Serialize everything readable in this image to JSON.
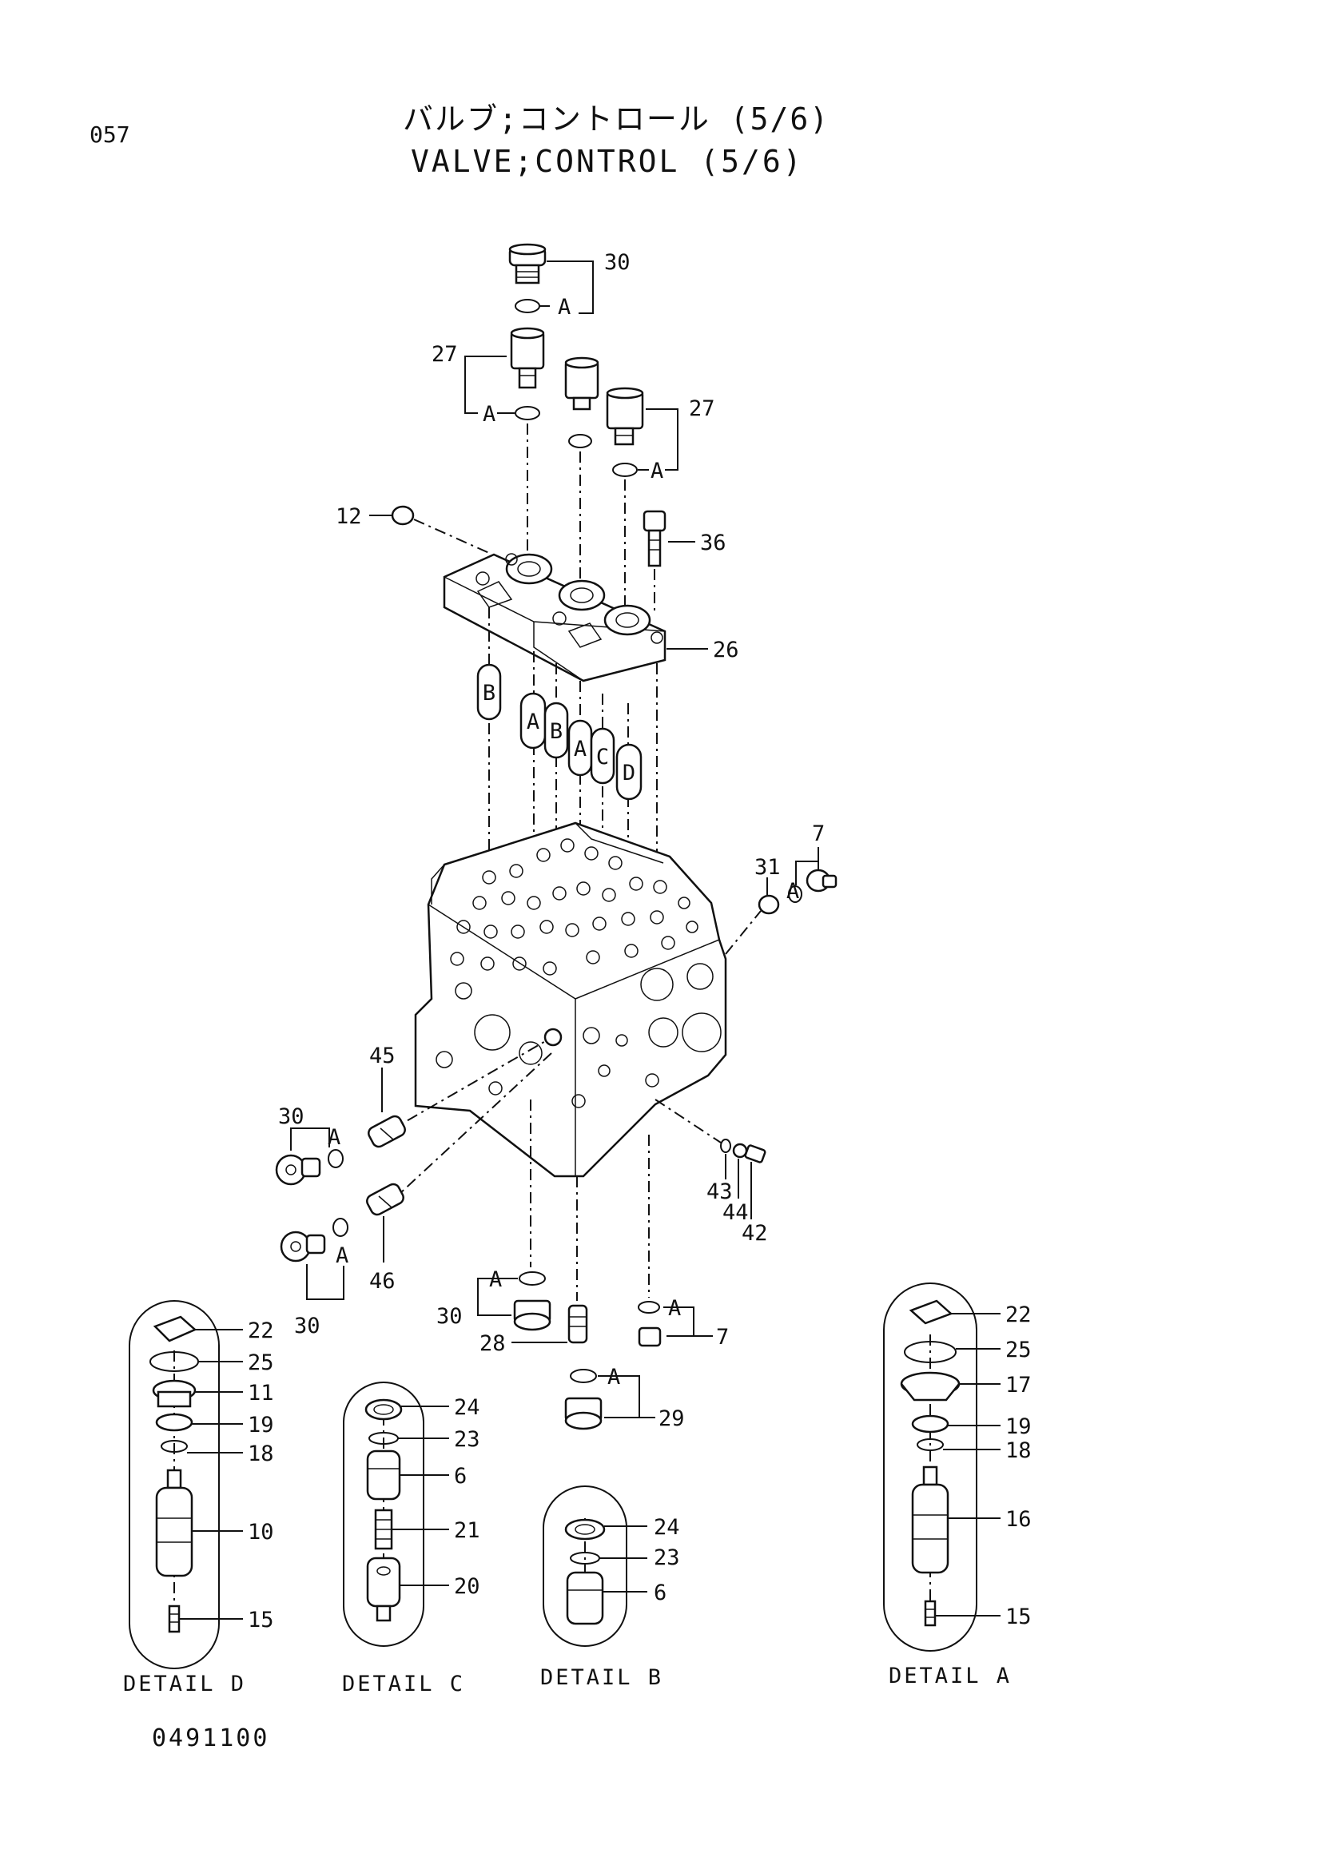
{
  "header": {
    "page_code": "057",
    "title_jp": "バルブ;コントロール (5/6)",
    "title_en": "VALVE;CONTROL (5/6)"
  },
  "footer": {
    "drawing_no": "0491100"
  },
  "callouts": {
    "c30_top": "30",
    "a_top": "A",
    "c27_left": "27",
    "a_27_left": "A",
    "c27_right": "27",
    "a_27_right": "A",
    "c12": "12",
    "c36": "36",
    "c26": "26",
    "tag_b1": "B",
    "tag_a1": "A",
    "tag_b2": "B",
    "tag_a2": "A",
    "tag_c": "C",
    "tag_d": "D",
    "c7_top": "7",
    "c31": "31",
    "a_31": "A",
    "c45": "45",
    "c30_left_up": "30",
    "a_left_up": "A",
    "c46": "46",
    "a_left_low": "A",
    "c30_left_low": "30",
    "c43": "43",
    "c44": "44",
    "c42": "42",
    "a_30_bottom": "A",
    "c30_bottom": "30",
    "c28": "28",
    "a_7_bottom": "A",
    "c7_bottom": "7",
    "a_29": "A",
    "c29": "29"
  },
  "details": {
    "d": {
      "caption": "DETAIL D",
      "labels": [
        "22",
        "25",
        "11",
        "19",
        "18",
        "10",
        "15"
      ]
    },
    "c": {
      "caption": "DETAIL C",
      "labels": [
        "24",
        "23",
        "6",
        "21",
        "20"
      ]
    },
    "b": {
      "caption": "DETAIL B",
      "labels": [
        "24",
        "23",
        "6"
      ]
    },
    "a": {
      "caption": "DETAIL A",
      "labels": [
        "22",
        "25",
        "17",
        "19",
        "18",
        "16",
        "15"
      ]
    }
  }
}
